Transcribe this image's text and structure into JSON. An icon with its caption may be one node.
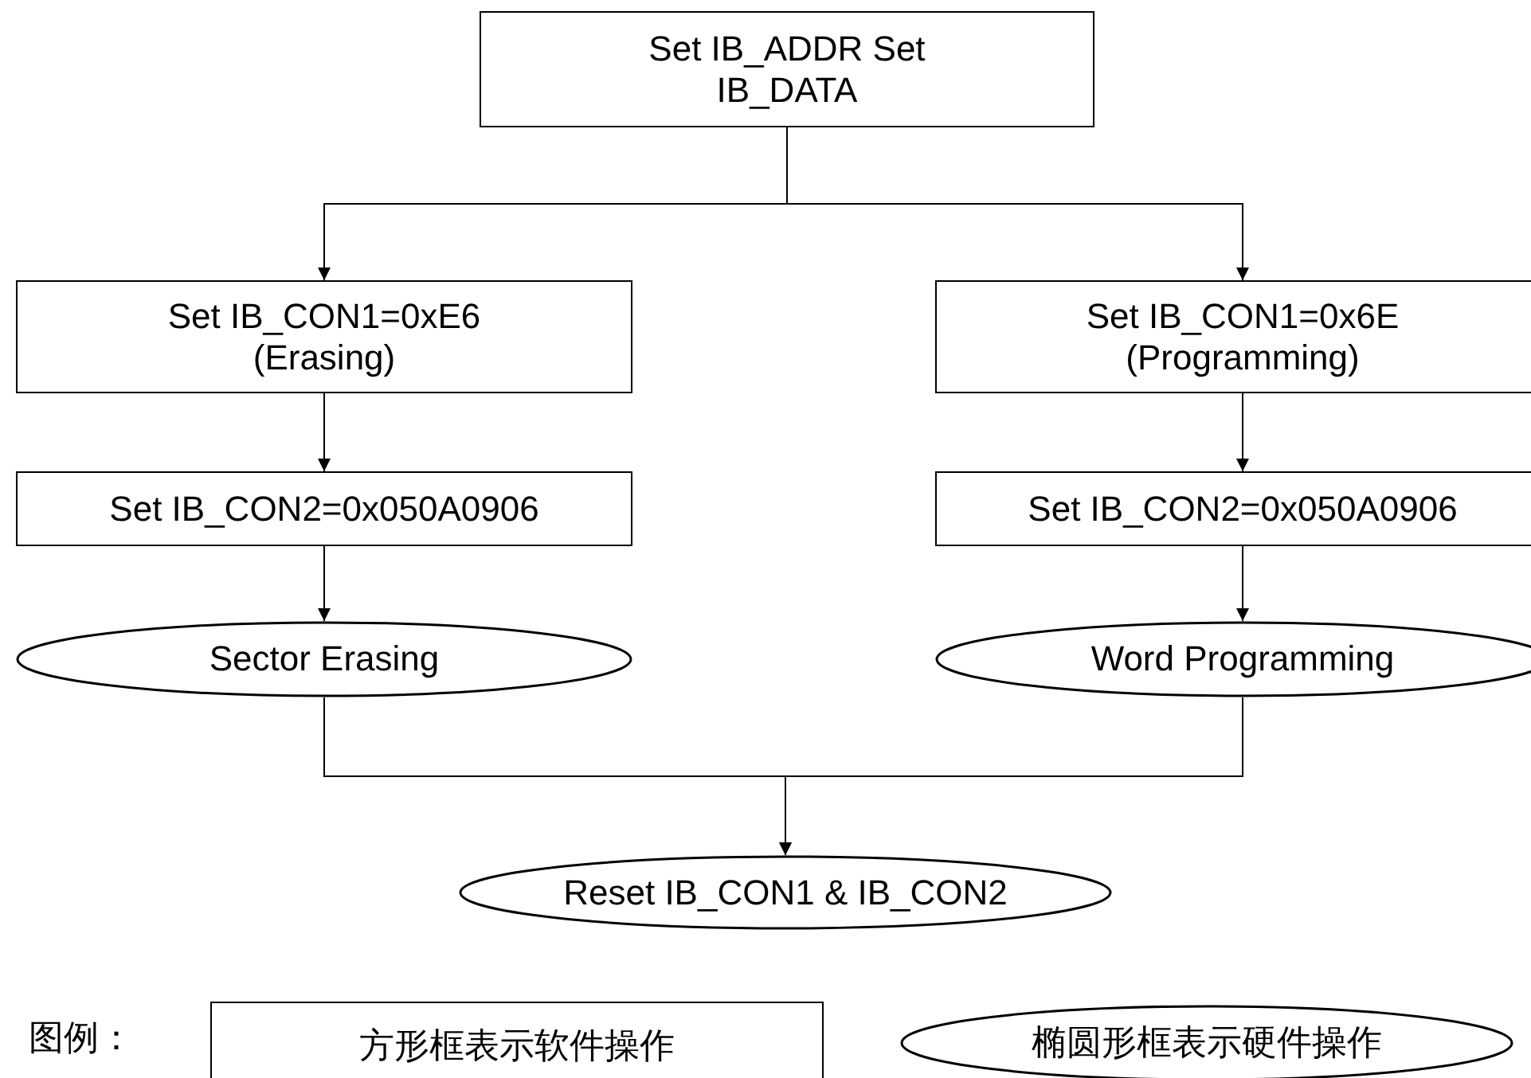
{
  "diagram": {
    "nodes": [
      {
        "text": [
          "Set IB_ADDR Set IB_DATA"
        ]
      },
      {
        "text": [
          "Set IB_CON1=0xE6 (Erasing)"
        ]
      },
      {
        "text": [
          "Set IB_CON1=0x6E (Programming)"
        ]
      },
      {
        "text": [
          "Set IB_CON2=0x050A0906"
        ]
      },
      {
        "text": [
          "Set IB_CON2=0x050A0906"
        ]
      },
      {
        "text": [
          "Sector Erasing"
        ]
      },
      {
        "text": [
          "Word Programming"
        ]
      },
      {
        "text": [
          "Reset IB_CON1 & IB_CON2"
        ]
      }
    ],
    "edges": [
      {
        "from": 0,
        "to": 1,
        "arrow": "to"
      },
      {
        "from": 0,
        "to": 2,
        "arrow": "to"
      },
      {
        "from": 1,
        "to": 3,
        "arrow": "to"
      },
      {
        "from": 2,
        "to": 4,
        "arrow": "to"
      },
      {
        "from": 3,
        "to": 5,
        "arrow": "to"
      },
      {
        "from": 4,
        "to": 6,
        "arrow": "to"
      },
      {
        "from": 5,
        "to": 7,
        "arrow": "to"
      },
      {
        "from": 6,
        "to": 7,
        "arrow": "to"
      }
    ],
    "labels": [
      "图例："
    ],
    "legend": [
      {
        "text": "方形框表示软件操作"
      },
      {
        "text": "椭圆形框表示硬件操作"
      }
    ]
  }
}
